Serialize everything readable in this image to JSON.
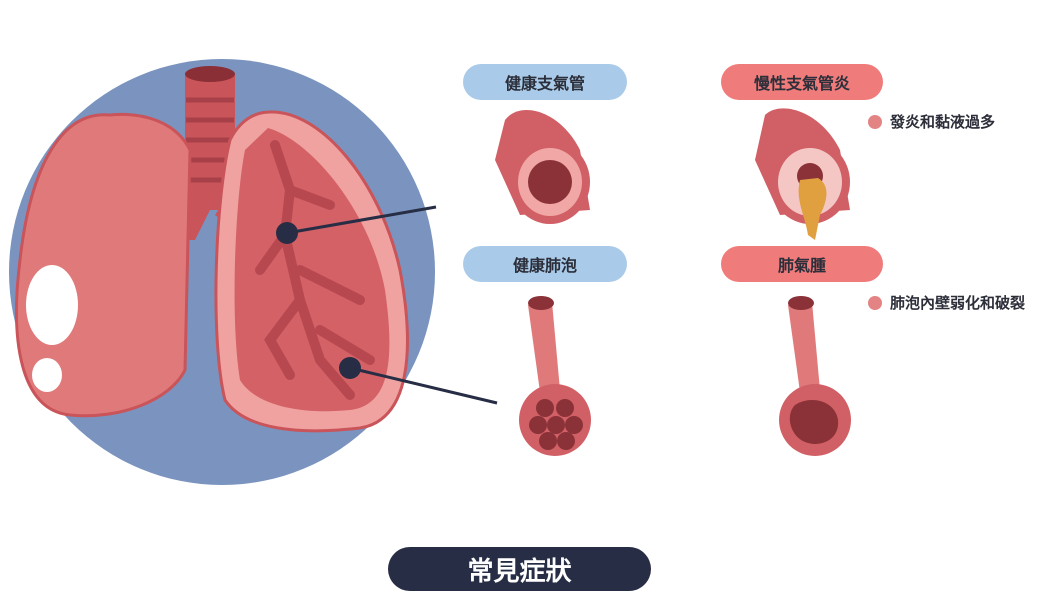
{
  "labels": {
    "healthy_bronchus": "健康支氣管",
    "chronic_bronchitis": "慢性支氣管炎",
    "healthy_alveoli": "健康肺泡",
    "emphysema": "肺氣腫"
  },
  "notes": {
    "bronchitis": "發炎和黏液過多",
    "emphysema": "肺泡內壁弱化和破裂"
  },
  "footer": {
    "title": "常見症狀"
  },
  "colors": {
    "circle": "#7a94bf",
    "lung": "#e07a7a",
    "blue_pill": "#a9cbe9",
    "red_pill": "#ef7b7b",
    "dark": "#262d45"
  }
}
